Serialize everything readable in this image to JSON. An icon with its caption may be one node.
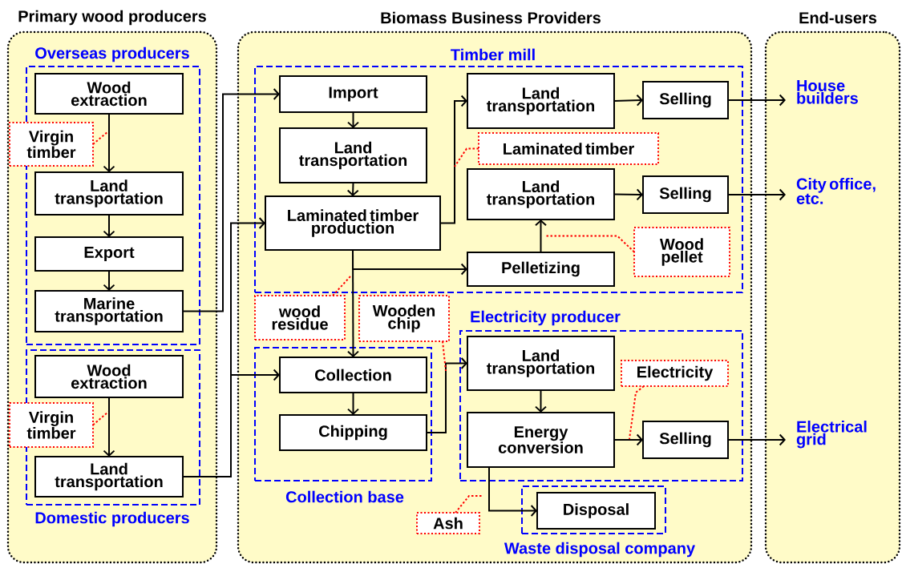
{
  "diagram": {
    "nodes": [
      {
        "text": [
          "Primary wood producers"
        ]
      },
      {
        "text": [
          "Biomass Business Providers"
        ]
      },
      {
        "text": [
          "End-users"
        ]
      },
      {
        "text": [
          "Overseas producers"
        ],
        "in": 0
      },
      {
        "text": [
          "Wood extraction"
        ],
        "in": 3
      },
      {
        "text": [
          "Virgin timber"
        ],
        "in": 0
      },
      {
        "text": [
          "Land transportation"
        ],
        "in": 3
      },
      {
        "text": [
          "Export"
        ],
        "in": 3
      },
      {
        "text": [
          "Marine transportation"
        ],
        "in": 3
      },
      {
        "text": [
          "Domestic producers"
        ],
        "in": 0
      },
      {
        "text": [
          "Wood extraction"
        ],
        "in": 9
      },
      {
        "text": [
          "Virgin timber"
        ],
        "in": 0
      },
      {
        "text": [
          "Land transportation"
        ],
        "in": 9
      },
      {
        "text": [
          "Timber mill"
        ],
        "in": 1
      },
      {
        "text": [
          "Import"
        ],
        "in": 13
      },
      {
        "text": [
          "Land transportation"
        ],
        "in": 13
      },
      {
        "text": [
          "Laminated timber production"
        ],
        "in": 13
      },
      {
        "text": [
          "Land transportation"
        ],
        "in": 13
      },
      {
        "text": [
          "Selling"
        ],
        "in": 13
      },
      {
        "text": [
          "Laminated timber"
        ],
        "in": 13
      },
      {
        "text": [
          "Land transportation"
        ],
        "in": 13
      },
      {
        "text": [
          "Selling"
        ],
        "in": 13
      },
      {
        "text": [
          "Pelletizing"
        ],
        "in": 13
      },
      {
        "text": [
          "Wood pellet"
        ],
        "in": 13
      },
      {
        "text": [
          "wood residue"
        ],
        "in": 1
      },
      {
        "text": [
          "Wooden chip"
        ],
        "in": 1
      },
      {
        "text": [
          "Collection base"
        ],
        "in": 1
      },
      {
        "text": [
          "Collection"
        ],
        "in": 26
      },
      {
        "text": [
          "Chipping"
        ],
        "in": 26
      },
      {
        "text": [
          "Electricity producer"
        ],
        "in": 1
      },
      {
        "text": [
          "Land transportation"
        ],
        "in": 29
      },
      {
        "text": [
          "Electricity"
        ],
        "in": 29
      },
      {
        "text": [
          "Energy conversion"
        ],
        "in": 29
      },
      {
        "text": [
          "Selling"
        ],
        "in": 29
      },
      {
        "text": [
          "Ash"
        ],
        "in": 1
      },
      {
        "text": [
          "Waste disposal company"
        ],
        "in": 1
      },
      {
        "text": [
          "Disposal"
        ],
        "in": 35
      },
      {
        "text": [
          "House builders"
        ],
        "in": 2
      },
      {
        "text": [
          "City office, etc."
        ],
        "in": 2
      },
      {
        "text": [
          "Electrical grid"
        ],
        "in": 2
      }
    ],
    "edges": [
      {
        "from": 4,
        "to": 6,
        "arrow": "to"
      },
      {
        "from": 6,
        "to": 7,
        "arrow": "to"
      },
      {
        "from": 7,
        "to": 8,
        "arrow": "to"
      },
      {
        "from": 8,
        "to": 14,
        "arrow": "to"
      },
      {
        "from": 10,
        "to": 12,
        "arrow": "to"
      },
      {
        "from": 12,
        "to": 16,
        "arrow": "to"
      },
      {
        "from": 12,
        "to": 27,
        "arrow": "to"
      },
      {
        "from": 14,
        "to": 15,
        "arrow": "to"
      },
      {
        "from": 15,
        "to": 16,
        "arrow": "to"
      },
      {
        "from": 16,
        "to": 17,
        "arrow": "to"
      },
      {
        "from": 16,
        "to": 22,
        "arrow": "to"
      },
      {
        "from": 16,
        "to": 27,
        "arrow": "to"
      },
      {
        "from": 17,
        "to": 18,
        "arrow": "to"
      },
      {
        "from": 18,
        "to": 37,
        "arrow": "to"
      },
      {
        "from": 20,
        "to": 21,
        "arrow": "to"
      },
      {
        "from": 21,
        "to": 38,
        "arrow": "to"
      },
      {
        "from": 22,
        "to": 20,
        "arrow": "to"
      },
      {
        "from": 27,
        "to": 28,
        "arrow": "to"
      },
      {
        "from": 28,
        "to": 30,
        "arrow": "to"
      },
      {
        "from": 30,
        "to": 32,
        "arrow": "to"
      },
      {
        "from": 32,
        "to": 33,
        "arrow": "to"
      },
      {
        "from": 33,
        "to": 39,
        "arrow": "to"
      },
      {
        "from": 32,
        "to": 36,
        "arrow": "to"
      },
      {
        "from": 5,
        "to": null,
        "arrow": "none",
        "style": "dashed",
        "color": "#ff0000"
      },
      {
        "from": 11,
        "to": null,
        "arrow": "none",
        "style": "dashed",
        "color": "#ff0000"
      },
      {
        "from": 19,
        "to": null,
        "arrow": "none",
        "style": "dashed",
        "color": "#ff0000"
      },
      {
        "from": 23,
        "to": null,
        "arrow": "none",
        "style": "dashed",
        "color": "#ff0000"
      },
      {
        "from": 24,
        "to": null,
        "arrow": "none",
        "style": "dashed",
        "color": "#ff0000"
      },
      {
        "from": 25,
        "to": null,
        "arrow": "none",
        "style": "dashed",
        "color": "#ff0000"
      },
      {
        "from": 31,
        "to": null,
        "arrow": "none",
        "style": "dashed",
        "color": "#ff0000"
      },
      {
        "from": 34,
        "to": null,
        "arrow": "none",
        "style": "dashed",
        "color": "#ff0000"
      }
    ]
  }
}
